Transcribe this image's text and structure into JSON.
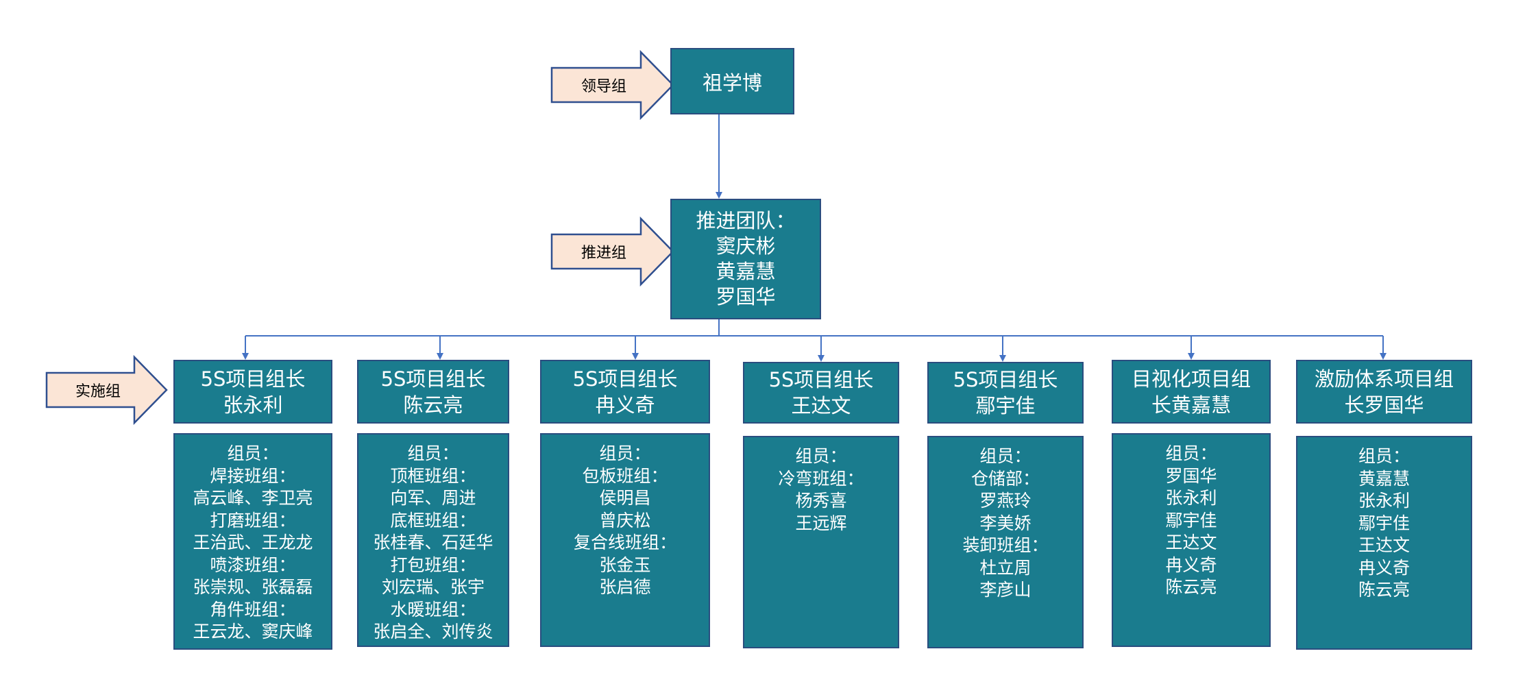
{
  "colors": {
    "box_fill": "#1a7c8e",
    "box_border": "#2a4d7f",
    "connector": "#4472c4",
    "label_arrow_fill": "#fbe5d6",
    "label_arrow_stroke": "#2f4f8f"
  },
  "labels": {
    "leader": "领导组",
    "promote": "推进组",
    "implement": "实施组"
  },
  "leader_box": {
    "name": "祖学博"
  },
  "promote_box": {
    "lines": [
      "推进团队：",
      "窦庆彬",
      "黄嘉慧",
      "罗国华"
    ]
  },
  "projects": [
    {
      "head": [
        "5S项目组长",
        "张永利"
      ],
      "members": [
        "组员：",
        "焊接班组：",
        "高云峰、李卫亮",
        "打磨班组：",
        "王治武、王龙龙",
        "喷漆班组：",
        "张崇规、张磊磊",
        "角件班组：",
        "王云龙、窦庆峰"
      ]
    },
    {
      "head": [
        "5S项目组长",
        "陈云亮"
      ],
      "members": [
        "组员：",
        "顶框班组：",
        "向军、周进",
        "底框班组：",
        "张桂春、石廷华",
        "打包班组：",
        "刘宏瑞、张宇",
        "水暖班组：",
        "张启全、刘传炎"
      ]
    },
    {
      "head": [
        "5S项目组长",
        "冉义奇"
      ],
      "members": [
        "组员：",
        "包板班组：",
        "侯明昌",
        "曾庆松",
        "复合线班组：",
        "张金玉",
        "张启德"
      ]
    },
    {
      "head": [
        "5S项目组长",
        "王达文"
      ],
      "members": [
        "组员：",
        "冷弯班组：",
        "杨秀喜",
        "王远辉"
      ]
    },
    {
      "head": [
        "5S项目组长",
        "鄢宇佳"
      ],
      "members": [
        "组员：",
        "仓储部：",
        "罗燕玲",
        "李美娇",
        "装卸班组：",
        "杜立周",
        "李彦山"
      ]
    },
    {
      "head": [
        "目视化项目组",
        "长黄嘉慧"
      ],
      "members": [
        "组员：",
        "罗国华",
        "张永利",
        "鄢宇佳",
        "王达文",
        "冉义奇",
        "陈云亮"
      ]
    },
    {
      "head": [
        "激励体系项目组",
        "长罗国华"
      ],
      "members": [
        "组员：",
        "黄嘉慧",
        "张永利",
        "鄢宇佳",
        "王达文",
        "冉义奇",
        "陈云亮"
      ]
    }
  ]
}
